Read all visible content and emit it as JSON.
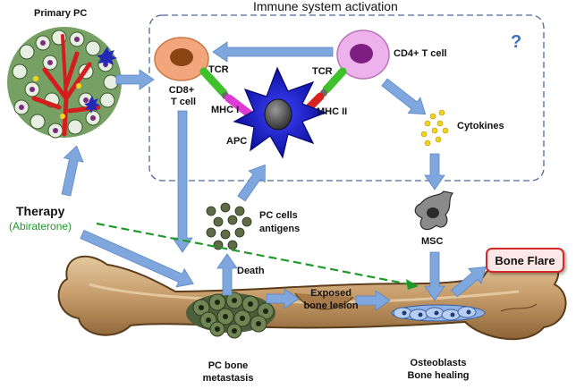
{
  "colors": {
    "arrow": "#7fa7dd",
    "arrow_edge": "#5b86c6",
    "dashed_arrow": "#1f9a2a",
    "apc": "#1a20d8",
    "mhc_i": "#e03ad6",
    "mhc_ii": "#d8221e",
    "tcr": "#3fc02c",
    "cd8_cell": "#f3a67b",
    "cd4_cell": "#e9a7e9",
    "cytokine": "#f2d21c",
    "flare_border": "#d22a2a",
    "bone": "#c7a173"
  },
  "title": "Immune system activation",
  "question_mark": "?",
  "labels": {
    "primary_pc": "Primary PC",
    "cd8_line1": "CD8+",
    "cd8_line2": "T cell",
    "cd4": "CD4+ T cell",
    "tcr_left": "TCR",
    "tcr_right": "TCR",
    "mhc_i": "MHC I",
    "mhc_ii": "MHC II",
    "apc": "APC",
    "cytokines": "Cytokines",
    "therapy": "Therapy",
    "abiraterone": "(Abiraterone)",
    "pc_antigens_line1": "PC cells",
    "pc_antigens_line2": "antigens",
    "msc": "MSC",
    "death": "Death",
    "exposed_line1": "Exposed",
    "exposed_line2": "bone lesion",
    "bone_flare": "Bone Flare",
    "metastasis_line1": "PC bone",
    "metastasis_line2": "metastasis",
    "osteoblasts_line1": "Osteoblasts",
    "osteoblasts_line2": "Bone healing"
  }
}
